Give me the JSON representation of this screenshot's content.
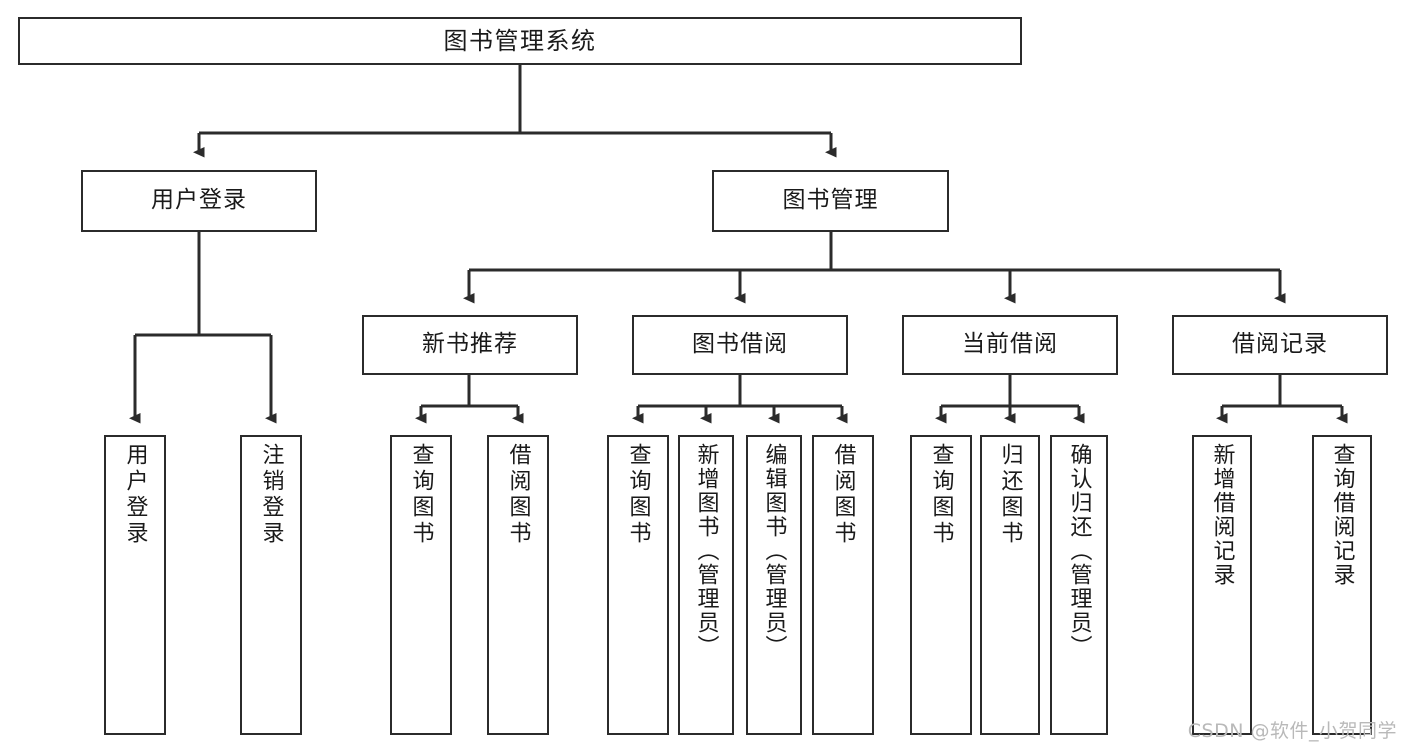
{
  "diagram": {
    "type": "tree",
    "title": "图书管理系统",
    "watermark": "CSDN @软件_小贺同学",
    "colors": {
      "stroke": "#2b2b2b",
      "fill": "#ffffff",
      "text": "#1a1a1a",
      "watermark": "#b9b9b9"
    },
    "nodes": {
      "root": {
        "label": "图书管理系统"
      },
      "level2": [
        {
          "label": "用户登录"
        },
        {
          "label": "图书管理"
        }
      ],
      "level3": [
        {
          "label": "新书推荐"
        },
        {
          "label": "图书借阅"
        },
        {
          "label": "当前借阅"
        },
        {
          "label": "借阅记录"
        }
      ],
      "leaves": {
        "user_login": [
          {
            "label": "用户登录"
          },
          {
            "label": "注销登录"
          }
        ],
        "new_book": [
          {
            "label": "查询图书"
          },
          {
            "label": "借阅图书"
          }
        ],
        "book_borrow": [
          {
            "label": "查询图书"
          },
          {
            "label": "新增图书（管理员）"
          },
          {
            "label": "编辑图书（管理员）"
          },
          {
            "label": "借阅图书"
          }
        ],
        "current_borrow": [
          {
            "label": "查询图书"
          },
          {
            "label": "归还图书"
          },
          {
            "label": "确认归还（管理员）"
          }
        ],
        "borrow_record": [
          {
            "label": "新增借阅记录"
          },
          {
            "label": "查询借阅记录"
          }
        ]
      }
    }
  }
}
